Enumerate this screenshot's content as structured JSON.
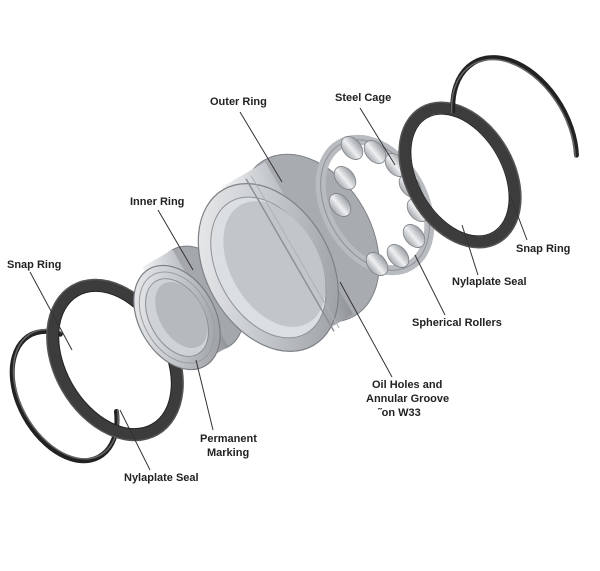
{
  "colors": {
    "metal_light": "#e4e6e8",
    "metal_mid": "#b8bcc0",
    "metal_dark": "#8e9296",
    "seal_dark": "#3c3c3c",
    "snap_ring": "#222222",
    "label": "#222222"
  },
  "labels": {
    "outer_ring": "Outer Ring",
    "steel_cage": "Steel Cage",
    "inner_ring": "Inner Ring",
    "snap_ring_left": "Snap Ring",
    "snap_ring_right": "Snap Ring",
    "nylaplate_seal_right": "Nylaplate Seal",
    "spherical_rollers": "Spherical Rollers",
    "oil_holes_1": "Oil Holes and",
    "oil_holes_2": "Annular Groove",
    "oil_holes_3": "˜on W33",
    "permanent_marking_1": "Permanent",
    "permanent_marking_2": "Marking",
    "nylaplate_seal_left": "Nylaplate Seal"
  }
}
